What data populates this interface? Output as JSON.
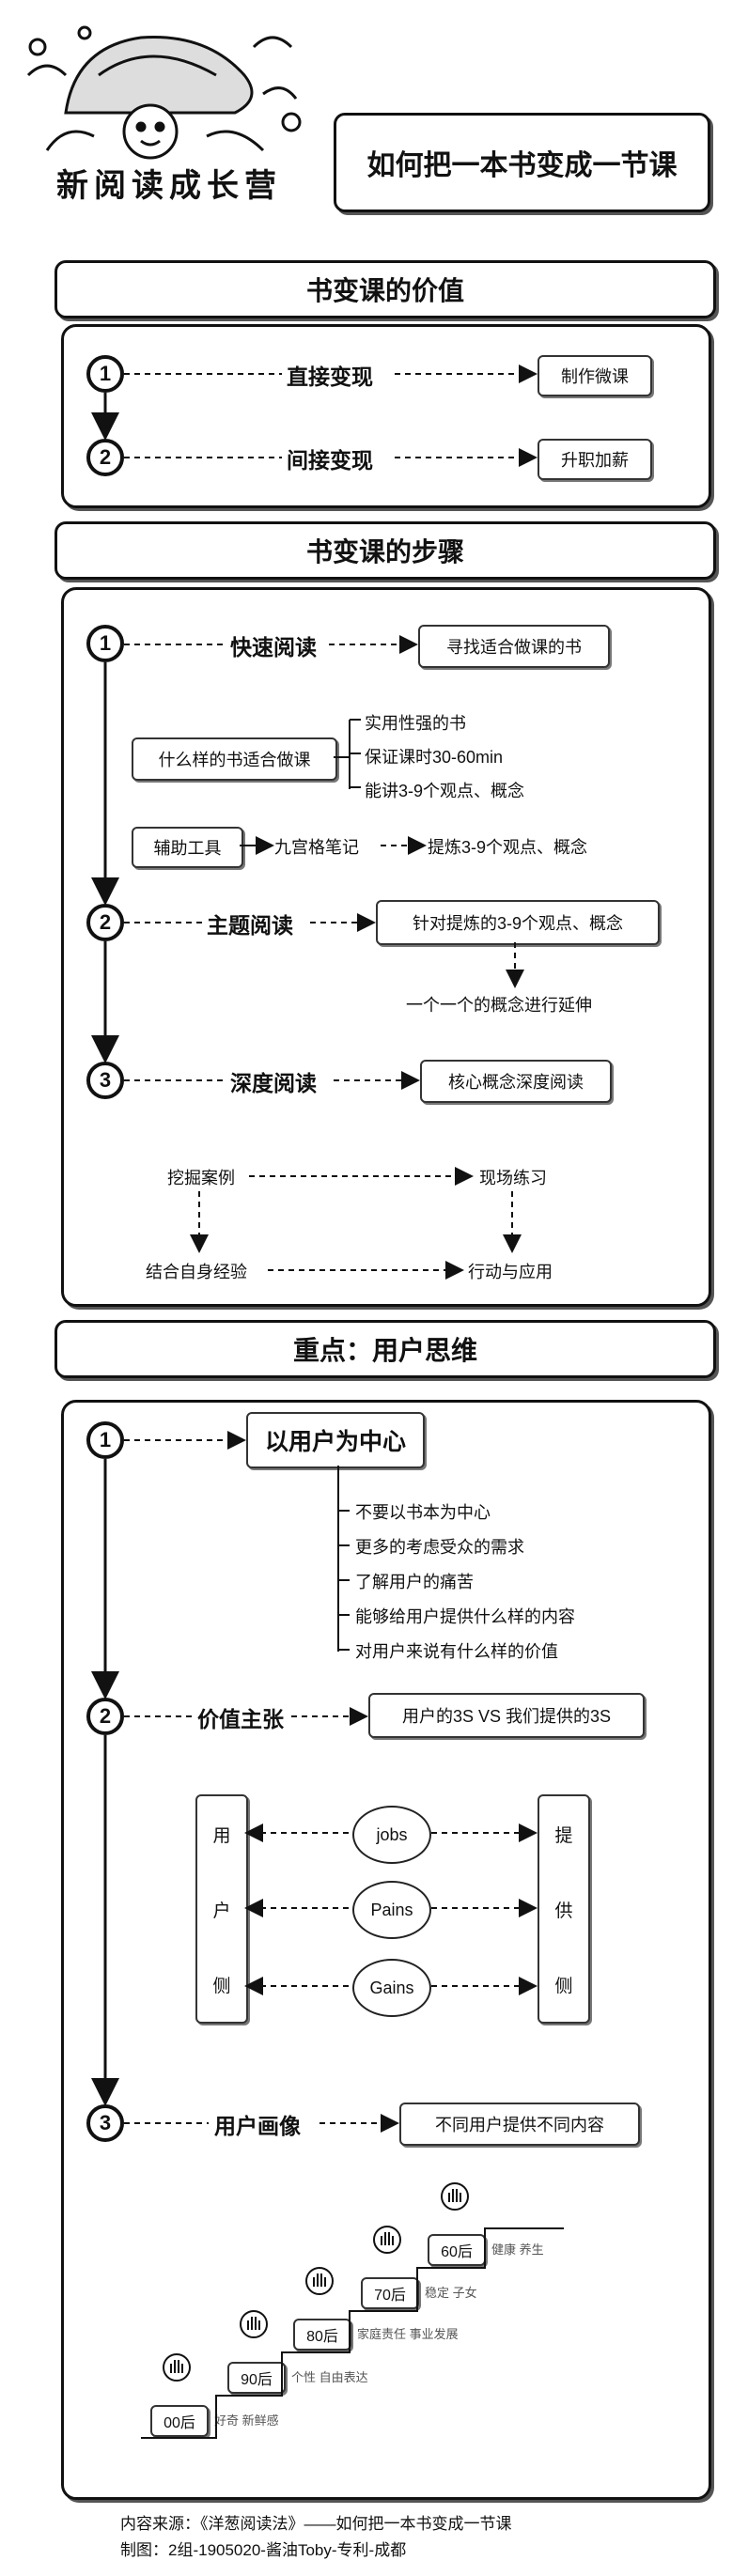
{
  "header": {
    "title": "如何把一本书变成一节课",
    "logo_text": "新阅读成长营"
  },
  "s1": {
    "title": "书变课的价值",
    "items": [
      {
        "num": "1",
        "label": "直接变现",
        "result": "制作微课"
      },
      {
        "num": "2",
        "label": "间接变现",
        "result": "升职加薪"
      }
    ]
  },
  "s2": {
    "title": "书变课的步骤",
    "step1": {
      "num": "1",
      "label": "快速阅读",
      "result": "寻找适合做课的书"
    },
    "q": "什么样的书适合做课",
    "criteria": [
      "实用性强的书",
      "保证课时30-60min",
      "能讲3-9个观点、概念"
    ],
    "tool": "辅助工具",
    "tool_method": "九宫格笔记",
    "tool_result": "提炼3-9个观点、概念",
    "step2": {
      "num": "2",
      "label": "主题阅读",
      "result": "针对提炼的3-9个观点、概念"
    },
    "step2_sub": "一个一个的概念进行延伸",
    "step3": {
      "num": "3",
      "label": "深度阅读",
      "result": "核心概念深度阅读"
    },
    "matrix": {
      "a": "挖掘案例",
      "b": "现场练习",
      "c": "结合自身经验",
      "d": "行动与应用"
    }
  },
  "s3": {
    "title": "重点：用户思维",
    "p1": {
      "num": "1",
      "label": "以用户为中心"
    },
    "p1_items": [
      "不要以书本为中心",
      "更多的考虑受众的需求",
      "了解用户的痛苦",
      "能够给用户提供什么样的内容",
      "对用户来说有什么样的价值"
    ],
    "p2": {
      "num": "2",
      "label": "价值主张",
      "result": "用户的3S VS  我们提供的3S"
    },
    "left_side": [
      "用",
      "户",
      "侧"
    ],
    "right_side": [
      "提",
      "供",
      "侧"
    ],
    "ovals": [
      "jobs",
      "Pains",
      "Gains"
    ],
    "p3": {
      "num": "3",
      "label": "用户画像",
      "result": "不同用户提供不同内容"
    },
    "gens": [
      {
        "label": "00后",
        "note": "好奇  新鲜感"
      },
      {
        "label": "90后",
        "note": "个性  自由表达"
      },
      {
        "label": "80后",
        "note": "家庭责任  事业发展"
      },
      {
        "label": "70后",
        "note": "稳定  子女"
      },
      {
        "label": "60后",
        "note": "健康  养生"
      }
    ]
  },
  "footer": {
    "source": "内容来源：《洋葱阅读法》——如何把一本书变成一节课",
    "author": "制图：2组-1905020-酱油Toby-专利-成都"
  }
}
